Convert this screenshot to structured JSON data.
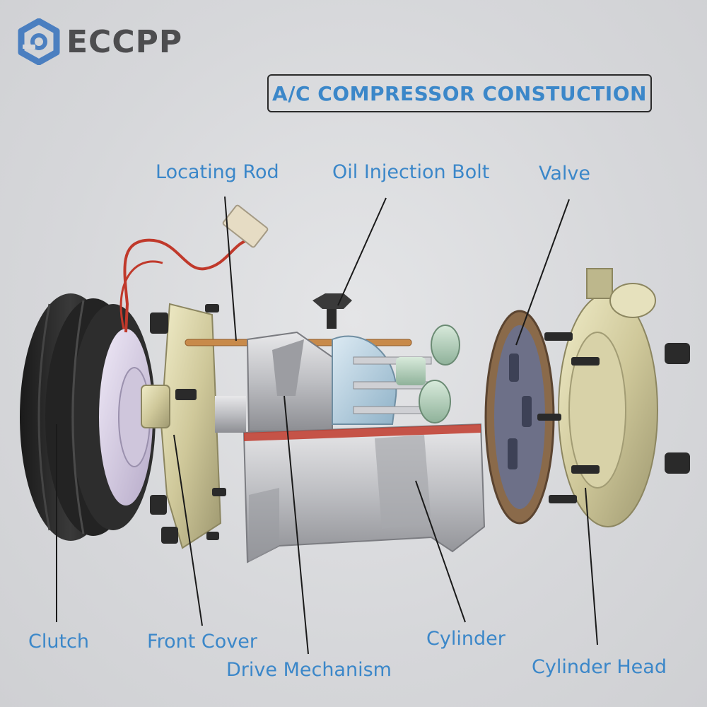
{
  "brand": {
    "name": "ECCPP",
    "icon": "hexagon-nut-logo-icon",
    "color": "#4b7fc0"
  },
  "title": "A/C COMPRESSOR CONSTUCTION",
  "label_color": "#3b87c9",
  "labels": {
    "locating_rod": "Locating Rod",
    "oil_injection_bolt": "Oil Injection Bolt",
    "valve": "Valve",
    "clutch": "Clutch",
    "front_cover": "Front Cover",
    "drive_mechanism": "Drive Mechanism",
    "cylinder": "Cylinder",
    "cylinder_head": "Cylinder Head"
  }
}
